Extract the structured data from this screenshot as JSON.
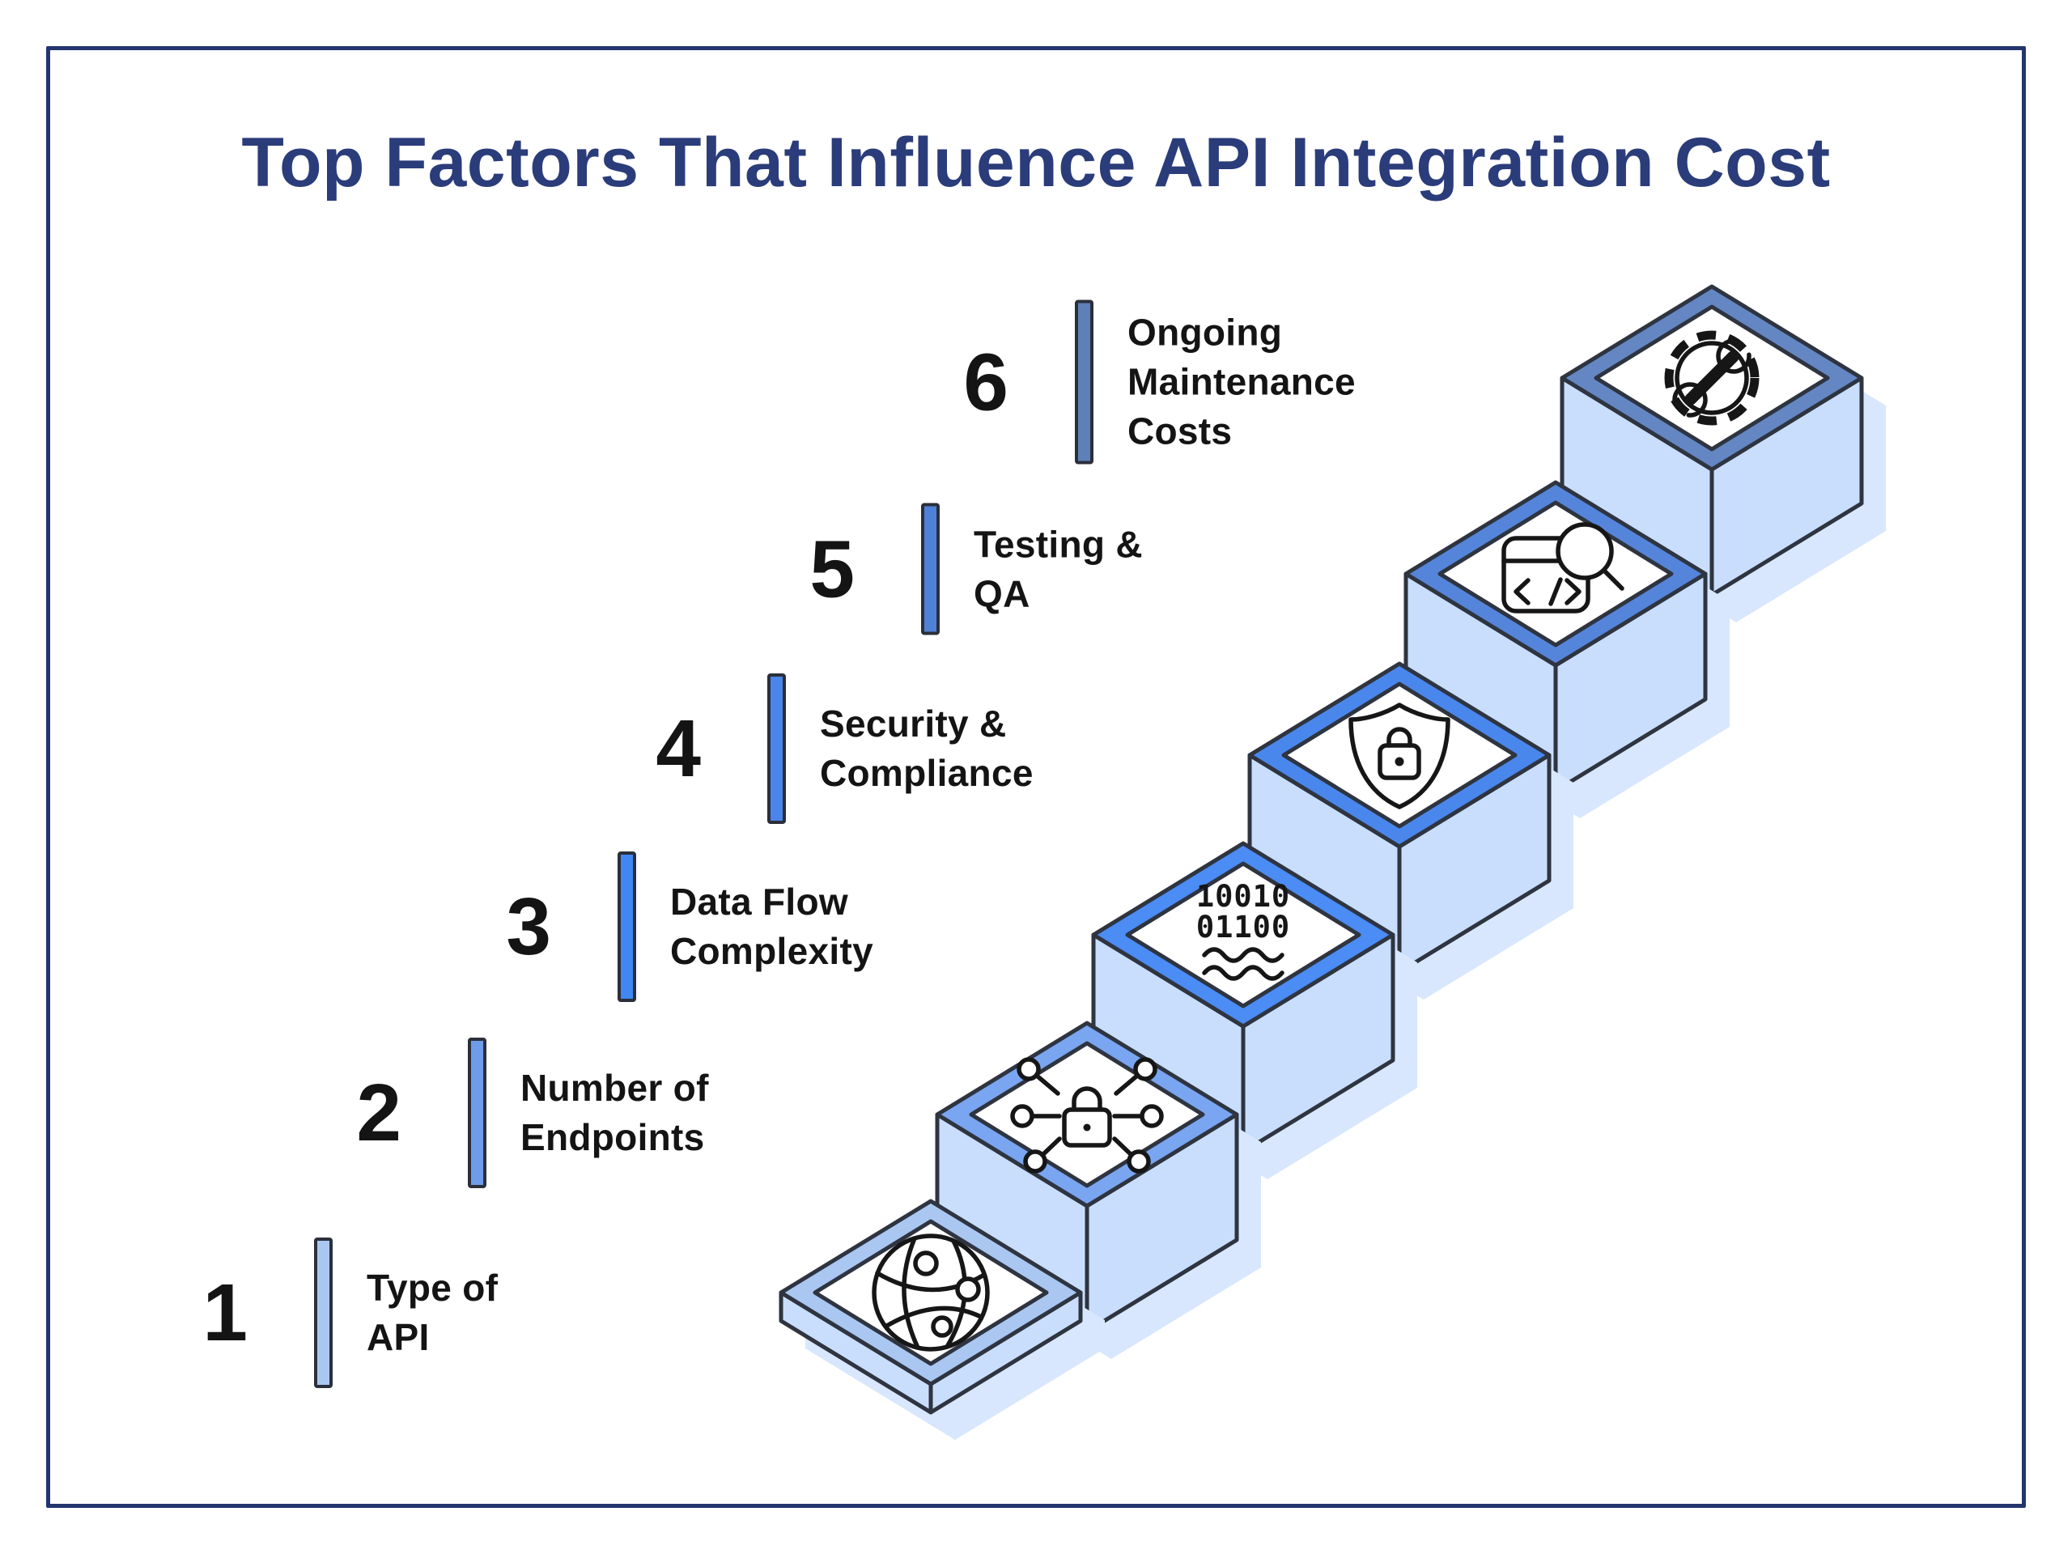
{
  "title": {
    "text": "Top Factors That Influence API Integration Cost",
    "color": "#2b3c7a"
  },
  "items": [
    {
      "number": "1",
      "label_lines": [
        "Type of",
        "API"
      ],
      "color": "#aac7f2"
    },
    {
      "number": "2",
      "label_lines": [
        "Number of",
        "Endpoints"
      ],
      "color": "#6f9cea"
    },
    {
      "number": "3",
      "label_lines": [
        "Data Flow",
        "Complexity"
      ],
      "color": "#4187f3"
    },
    {
      "number": "4",
      "label_lines": [
        "Security &",
        "Compliance"
      ],
      "color": "#4a86ea"
    },
    {
      "number": "5",
      "label_lines": [
        "Testing &",
        "QA"
      ],
      "color": "#4f81d9"
    },
    {
      "number": "6",
      "label_lines": [
        "Ongoing",
        "Maintenance",
        "Costs"
      ],
      "color": "#5d80b9"
    }
  ],
  "steps": [
    {
      "icon": "globe-network-icon",
      "frame_color": "#aac7f2"
    },
    {
      "icon": "network-endpoints-lock-icon",
      "frame_color": "#7aa5f0"
    },
    {
      "icon": "binary-data-flow-icon",
      "frame_color": "#4b8cf5",
      "binary_lines": [
        "10010",
        "01100"
      ]
    },
    {
      "icon": "shield-lock-icon",
      "frame_color": "#4a87ec"
    },
    {
      "icon": "code-testing-magnifier-icon",
      "frame_color": "#5585da"
    },
    {
      "icon": "gear-wrench-icon",
      "frame_color": "#6487c4"
    }
  ],
  "canvas": {
    "border_color": "#24356e",
    "face_color": "#c9defc",
    "shadow_color": "#d8e7fd",
    "outline_color": "#2e3440",
    "icon_color": "#161616"
  }
}
